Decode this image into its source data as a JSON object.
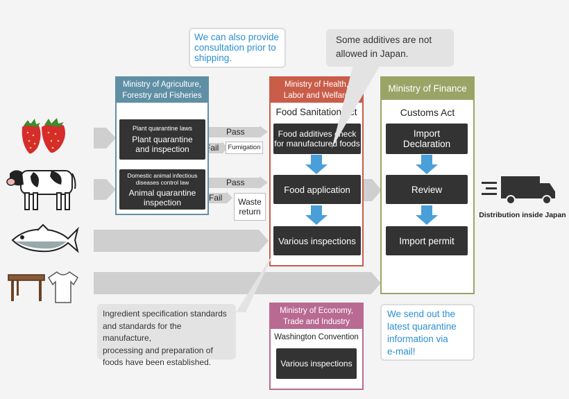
{
  "consultation_note": [
    "We can also provide",
    "consultation prior to",
    "shipping."
  ],
  "additives_note": [
    "Some additives are not",
    "allowed in Japan."
  ],
  "maff": {
    "title_lines": [
      "Ministry of Agriculture,",
      "Forestry and Fisheries"
    ],
    "color": "#5f8fa4",
    "plant_law": "Plant quarantine laws",
    "plant_box": [
      "Plant quarantine",
      "and inspection"
    ],
    "animal_law": [
      "Domestic animal infectious",
      "diseases control law"
    ],
    "animal_box": [
      "Animal quarantine",
      "inspection"
    ]
  },
  "mhlw": {
    "title_lines": [
      "Ministry of Health,",
      "Labor and Welfare"
    ],
    "color": "#c95d49",
    "act": "Food Sanitation Act",
    "box1": [
      "Food additives check",
      "for manufactured foods"
    ],
    "box2": "Food application",
    "box3": "Various inspections"
  },
  "mof": {
    "title": "Ministry of Finance",
    "color": "#9aa467",
    "act": "Customs Act",
    "box1": [
      "Import",
      "Declaration"
    ],
    "box2": "Review",
    "box3": "Import permit"
  },
  "meti": {
    "title_lines": [
      "Ministry of Economy,",
      "Trade and Industry"
    ],
    "color": "#b86a93",
    "act": "Washington Convention",
    "box": "Various inspections"
  },
  "labels": {
    "pass1": "Pass",
    "fail1": "Fail",
    "fumigation": "Fumigation",
    "pass2": "Pass",
    "fail2": "Fail",
    "waste": [
      "Waste",
      "return"
    ]
  },
  "standards_note": [
    "Ingredient specification standards",
    "and standards for the manufacture,",
    "processing and preparation of",
    "foods have been established."
  ],
  "email_note": [
    "We send out the",
    "latest quarantine",
    "information via",
    "e-mail!"
  ],
  "distribution": "Distribution inside Japan",
  "accent_blue": "#4a9fd8",
  "icons": [
    "strawberry-icon",
    "cow-icon",
    "fish-icon",
    "table-icon",
    "tshirt-icon",
    "truck-icon"
  ]
}
